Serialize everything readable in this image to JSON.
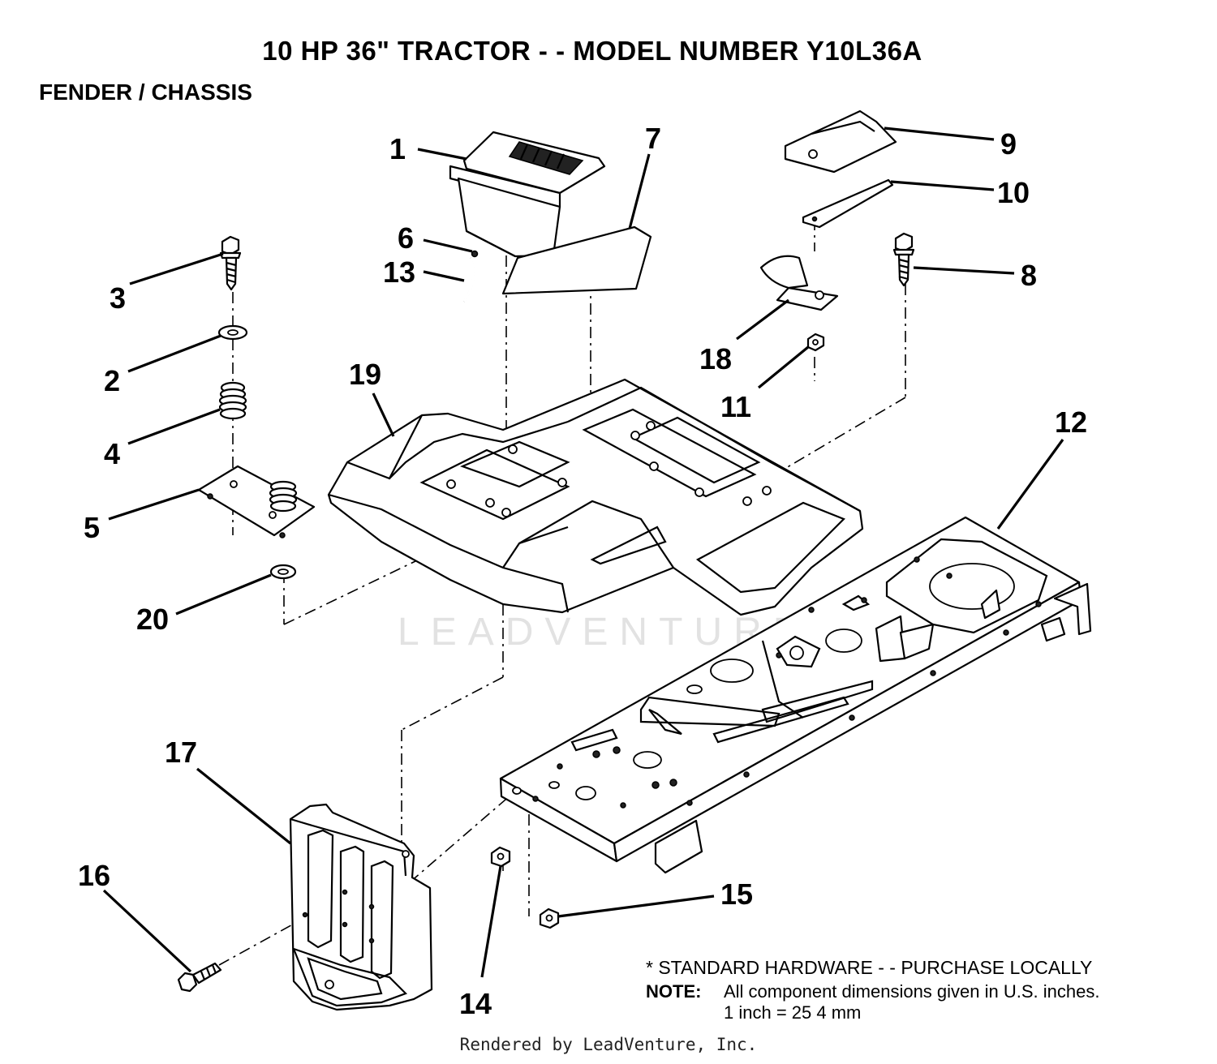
{
  "header": {
    "title": "10 HP 36\" TRACTOR - - MODEL NUMBER Y10L36A",
    "subtitle": "FENDER / CHASSIS"
  },
  "callouts": [
    "1",
    "2",
    "3",
    "4",
    "5",
    "6",
    "7",
    "8",
    "9",
    "10",
    "11",
    "12",
    "13",
    "14",
    "15",
    "16",
    "17",
    "18",
    "19",
    "20"
  ],
  "watermark": "LEADVENTURE",
  "notes": {
    "standard_hardware": "* STANDARD HARDWARE - - PURCHASE LOCALLY",
    "note_label": "NOTE:",
    "note_line1": "All component dimensions given in U.S. inches.",
    "note_line2": "1 inch = 25 4 mm"
  },
  "footer": "Rendered by LeadVenture, Inc."
}
